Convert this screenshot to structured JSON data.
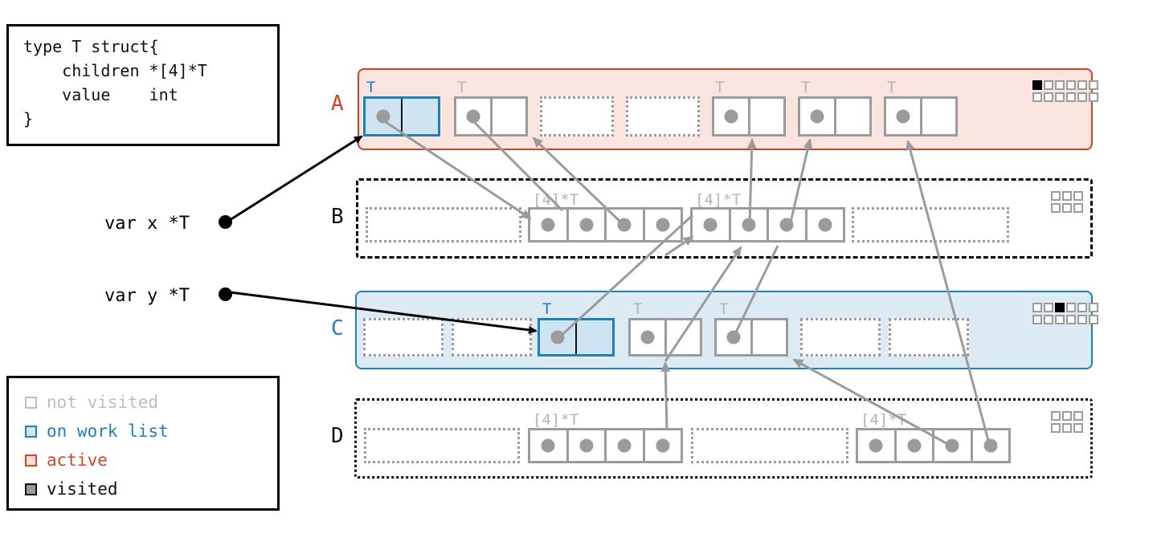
{
  "code_box": {
    "name": "type-declaration",
    "text": "type T struct{\n    children *[4]*T\n    value    int\n}"
  },
  "legend": {
    "items": [
      {
        "key": "not-visited",
        "label": "not visited",
        "color": "#bdbdbd",
        "fill": "#ffffff"
      },
      {
        "key": "on-work-list",
        "label": "on work list",
        "color": "#1f7fb6",
        "fill": "#cfe4f2"
      },
      {
        "key": "active",
        "label": "active",
        "color": "#d2452a",
        "fill": "#f7ded9"
      },
      {
        "key": "visited",
        "label": "visited",
        "color": "#111111",
        "fill": "#9b9b9b"
      }
    ]
  },
  "variables": [
    {
      "name": "x",
      "label": "var x *T",
      "points_to": "span-a-object-0"
    },
    {
      "name": "y",
      "label": "var y *T",
      "points_to": "span-c-object-2"
    }
  ],
  "spans": [
    {
      "id": "A",
      "label": "A",
      "state": "active",
      "label_color": "#cf4223",
      "element_type": "T",
      "bitmap": {
        "rows": 2,
        "cols": 6,
        "set": [
          0
        ]
      },
      "slots": [
        {
          "kind": "object",
          "type_label": "T",
          "state": "on-work-list",
          "cells": [
            "pointer",
            "value"
          ]
        },
        {
          "kind": "object",
          "type_label": "T",
          "state": "not-visited",
          "cells": [
            "pointer",
            "value"
          ]
        },
        {
          "kind": "free"
        },
        {
          "kind": "free"
        },
        {
          "kind": "object",
          "type_label": "T",
          "state": "not-visited",
          "cells": [
            "pointer",
            "value"
          ]
        },
        {
          "kind": "object",
          "type_label": "T",
          "state": "not-visited",
          "cells": [
            "pointer",
            "value"
          ]
        },
        {
          "kind": "object",
          "type_label": "T",
          "state": "not-visited",
          "cells": [
            "pointer",
            "value"
          ]
        }
      ]
    },
    {
      "id": "B",
      "label": "B",
      "state": "not-visited",
      "label_color": "#111111",
      "element_type": "[4]*T",
      "bitmap": {
        "rows": 2,
        "cols": 3,
        "set": []
      },
      "slots": [
        {
          "kind": "free-wide"
        },
        {
          "kind": "array",
          "type_label": "[4]*T",
          "state": "not-visited",
          "cells": 4
        },
        {
          "kind": "array",
          "type_label": "[4]*T",
          "state": "not-visited",
          "cells": 4
        },
        {
          "kind": "free-wide"
        }
      ]
    },
    {
      "id": "C",
      "label": "C",
      "state": "on-work-list",
      "label_color": "#1f7fb6",
      "element_type": "T",
      "bitmap": {
        "rows": 2,
        "cols": 6,
        "set": [
          2
        ]
      },
      "slots": [
        {
          "kind": "free"
        },
        {
          "kind": "free"
        },
        {
          "kind": "object",
          "type_label": "T",
          "state": "on-work-list",
          "cells": [
            "pointer",
            "value"
          ]
        },
        {
          "kind": "object",
          "type_label": "T",
          "state": "not-visited",
          "cells": [
            "pointer",
            "value"
          ]
        },
        {
          "kind": "object",
          "type_label": "T",
          "state": "not-visited",
          "cells": [
            "pointer",
            "value"
          ]
        },
        {
          "kind": "free"
        },
        {
          "kind": "free"
        }
      ]
    },
    {
      "id": "D",
      "label": "D",
      "state": "not-visited",
      "label_color": "#111111",
      "element_type": "[4]*T",
      "bitmap": {
        "rows": 2,
        "cols": 3,
        "set": []
      },
      "slots": [
        {
          "kind": "free-wide"
        },
        {
          "kind": "array",
          "type_label": "[4]*T",
          "state": "not-visited",
          "cells": 4
        },
        {
          "kind": "free-wide"
        },
        {
          "kind": "array",
          "type_label": "[4]*T",
          "state": "not-visited",
          "cells": 4
        }
      ]
    }
  ]
}
